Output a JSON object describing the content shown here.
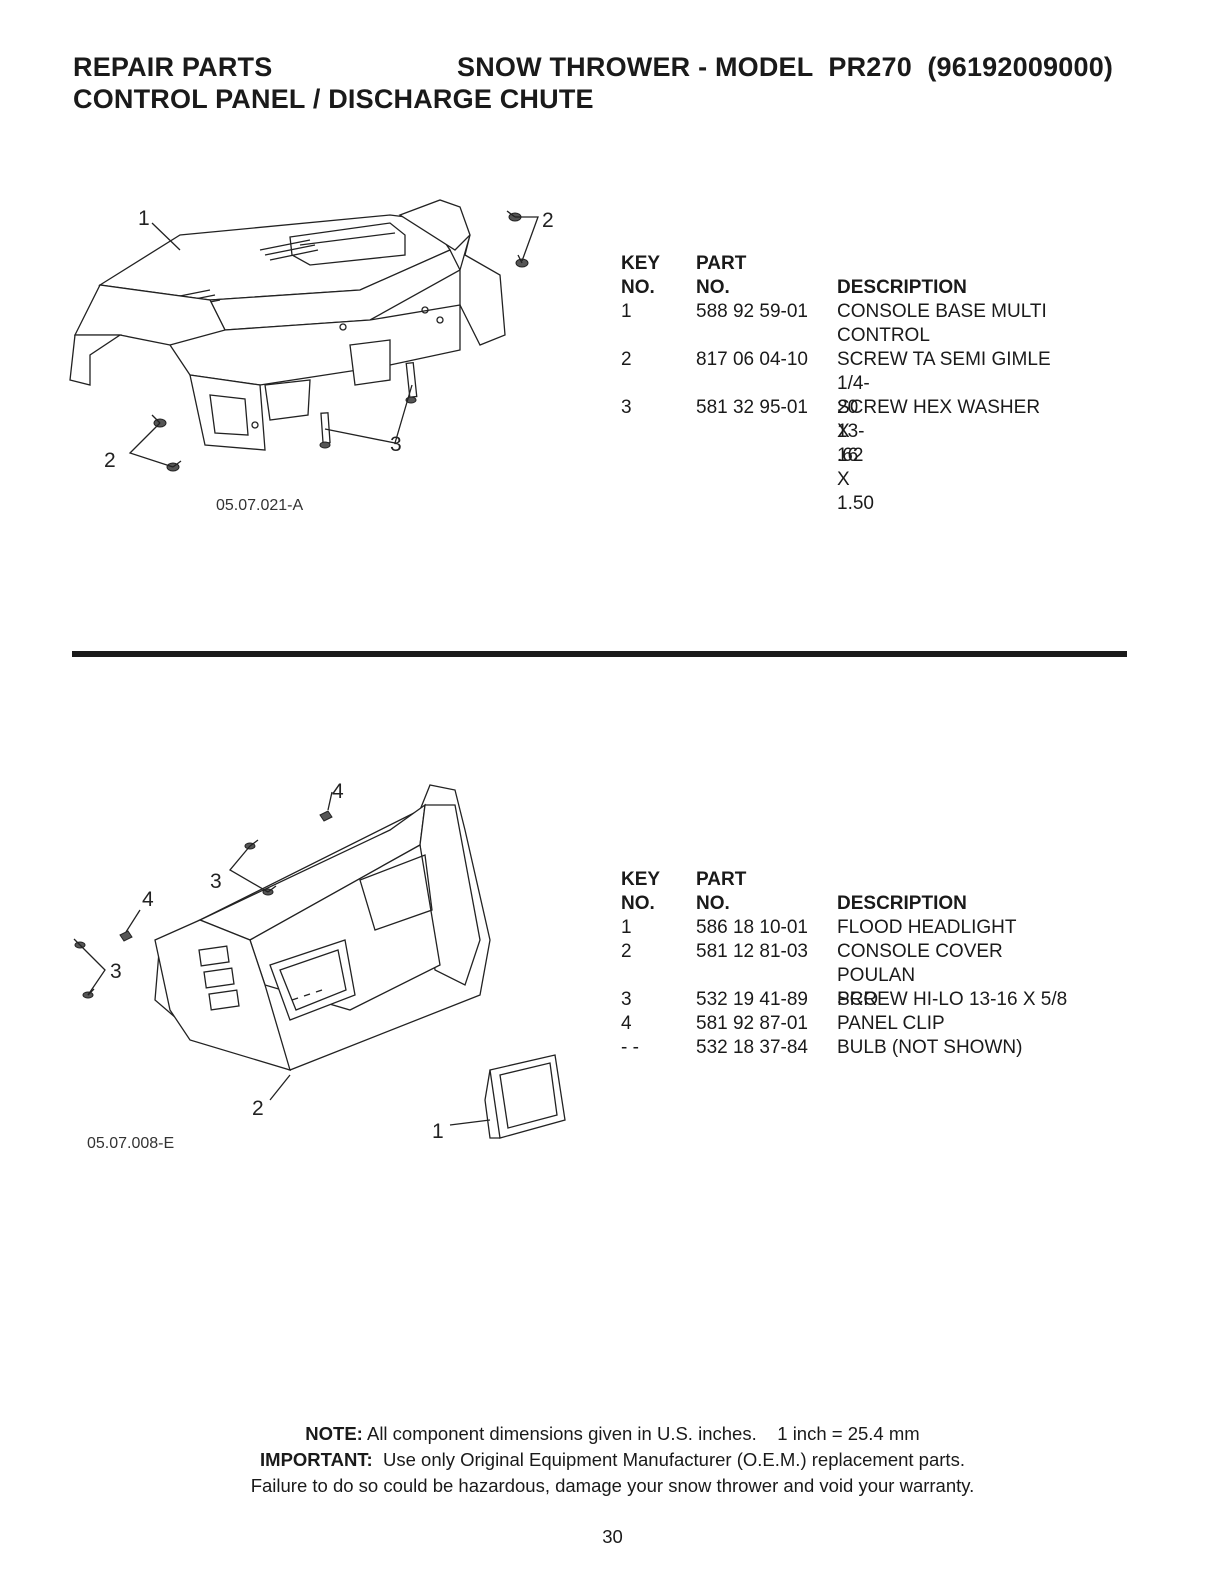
{
  "header": {
    "left_title": "REPAIR PARTS",
    "right_title": "SNOW THROWER - MODEL  PR270  (96192009000)",
    "subtitle": "CONTROL PANEL / DISCHARGE CHUTE"
  },
  "section1": {
    "diagram_code": "05.07.021-A",
    "callouts": [
      "1",
      "2",
      "2",
      "3"
    ],
    "columns": {
      "key_top": "KEY",
      "key_bottom": "NO.",
      "part_top": "PART",
      "part_bottom": "NO.",
      "desc": "DESCRIPTION"
    },
    "parts": [
      {
        "key": "1",
        "part_no": "588 92 59-01",
        "desc": [
          "CONSOLE BASE MULTI",
          "CONTROL"
        ]
      },
      {
        "key": "2",
        "part_no": "817 06 04-10",
        "desc": [
          "SCREW TA SEMI GIMLE",
          "1/4-20 X .62"
        ]
      },
      {
        "key": "3",
        "part_no": "581 32 95-01",
        "desc": [
          "SCREW HEX WASHER",
          "13-16 X 1.50"
        ]
      }
    ]
  },
  "section2": {
    "diagram_code": "05.07.008-E",
    "callouts": [
      "4",
      "3",
      "4",
      "3",
      "2",
      "1"
    ],
    "columns": {
      "key_top": "KEY",
      "key_bottom": "NO.",
      "part_top": "PART",
      "part_bottom": "NO.",
      "desc": "DESCRIPTION"
    },
    "parts": [
      {
        "key": "1",
        "part_no": "586 18 10-01",
        "desc": [
          "FLOOD HEADLIGHT"
        ]
      },
      {
        "key": "2",
        "part_no": "581 12 81-03",
        "desc": [
          "CONSOLE COVER",
          "POULAN PRO"
        ]
      },
      {
        "key": "3",
        "part_no": "532 19 41-89",
        "desc": [
          "SCREW HI-LO 13-16 X 5/8"
        ]
      },
      {
        "key": "4",
        "part_no": "581 92 87-01",
        "desc": [
          "PANEL CLIP"
        ]
      },
      {
        "key": "- -",
        "part_no": "532 18 37-84",
        "desc": [
          "BULB (NOT SHOWN)"
        ]
      }
    ]
  },
  "footer": {
    "note_label": "NOTE:",
    "note_text": " All component dimensions given in U.S. inches.    1 inch = 25.4 mm",
    "important_label": "IMPORTANT:",
    "important_text": "  Use only Original Equipment Manufacturer (O.E.M.) replacement parts.",
    "warning": "Failure to do so could be hazardous, damage your snow thrower and void your warranty.",
    "page_number": "30"
  }
}
